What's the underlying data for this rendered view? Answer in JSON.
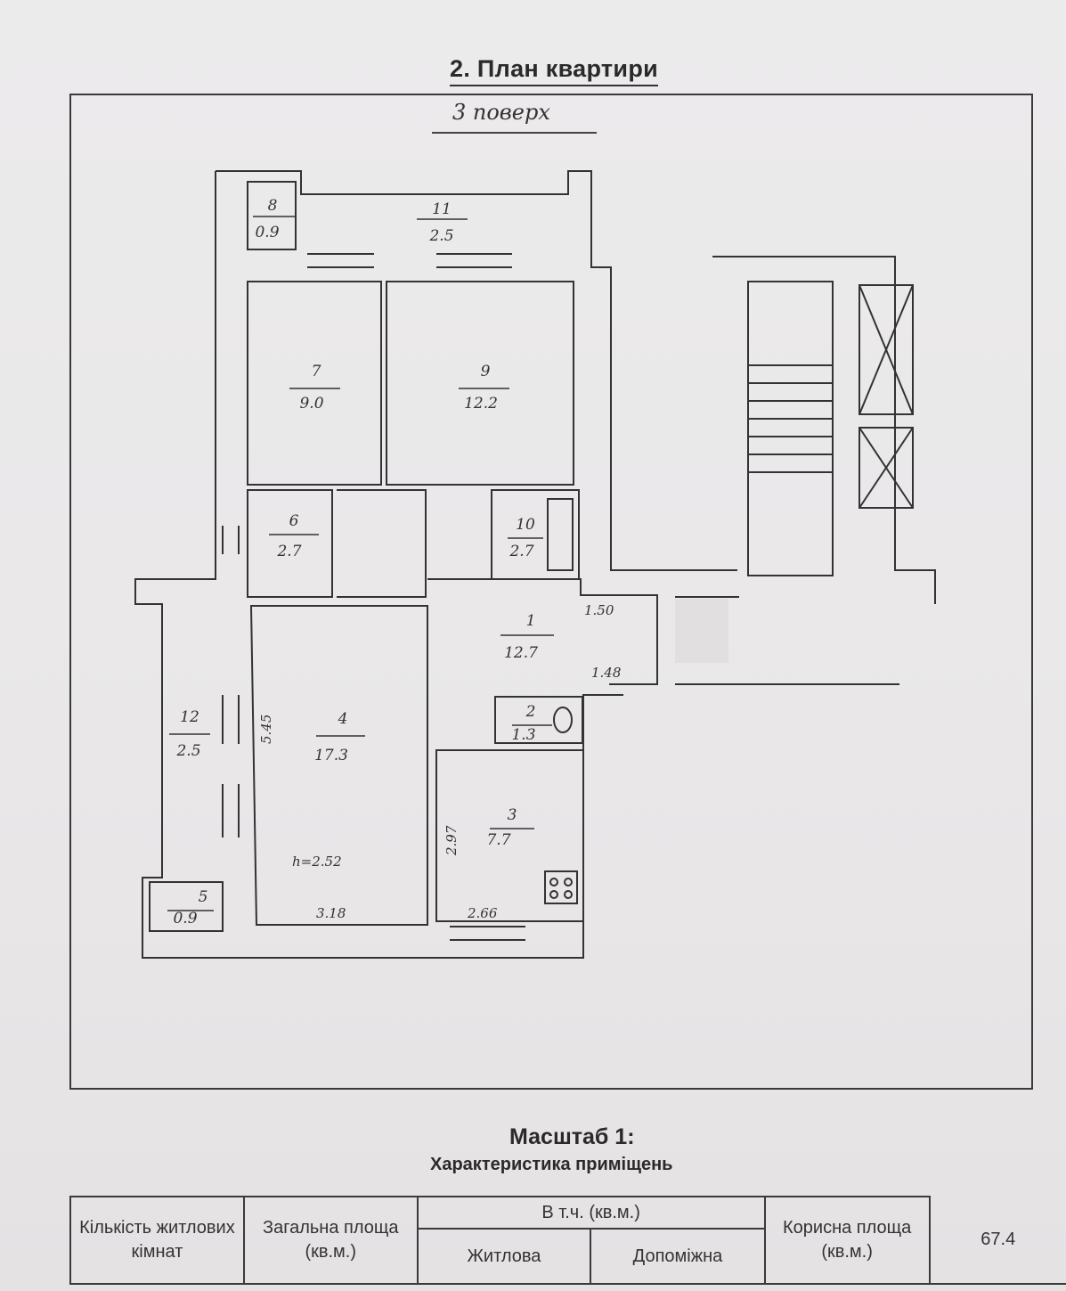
{
  "header": {
    "title": "2. План квартири",
    "floor_note": "3 поверх"
  },
  "rooms": [
    {
      "num": "1",
      "area": "12.7"
    },
    {
      "num": "2",
      "area": "1.3"
    },
    {
      "num": "3",
      "area": "7.7"
    },
    {
      "num": "4",
      "area": "17.3"
    },
    {
      "num": "5",
      "area": "0.9"
    },
    {
      "num": "6",
      "area": "2.7"
    },
    {
      "num": "7",
      "area": "9.0"
    },
    {
      "num": "8",
      "area": "0.9"
    },
    {
      "num": "9",
      "area": "12.2"
    },
    {
      "num": "10",
      "area": "2.7"
    },
    {
      "num": "11",
      "area": "2.5"
    },
    {
      "num": "12",
      "area": "2.5"
    }
  ],
  "dimensions": {
    "d_150": "1.50",
    "d_148": "1.48",
    "d_545": "5.45",
    "d_318": "3.18",
    "d_297": "2.97",
    "d_266": "2.66",
    "ceiling": "h=2.52"
  },
  "footer": {
    "scale": "Масштаб 1:",
    "characteristics": "Характеристика приміщень"
  },
  "table": {
    "col_rooms": "Кількість житлових кімнат",
    "col_total": "Загальна площа (кв.м.)",
    "col_incl": "В т.ч. (кв.м.)",
    "col_living": "Житлова",
    "col_aux": "Допоміжна",
    "col_useful": "Корисна площа (кв.м.)",
    "useful_value": "67.4"
  }
}
